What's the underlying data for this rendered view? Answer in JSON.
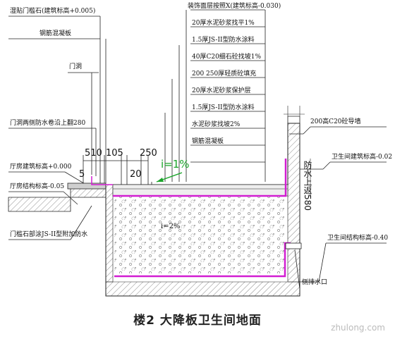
{
  "title": "楼2 大降板卫生间地面",
  "watermark": "zhulong.com",
  "layers_header": "装饰面层按照X(建筑标高-0.030)",
  "layers": [
    "20厚水泥砂浆找平1%",
    "1.5厚JS-II型防水涂料",
    "40厚C20细石砼找坡1%",
    "200 250厚轻质砼填充",
    "20厚水泥砂浆保护层",
    "1.5厚JS-II型防水涂料",
    "水泥砂浆找坡2%",
    "钢筋混凝板"
  ],
  "left_labels": {
    "threshold_stone": "湿贴门槛石(建筑标高+0.005)",
    "slab": "钢筋混凝板",
    "door_frame": "门洞",
    "door_side_note": "门洞两侧防水卷沿上翻280",
    "hall_finish_level": "厅房建筑标高+0.000",
    "hall_struct_level": "厅房结构标高-0.05",
    "door_waterproof": "门槛石部涂JS-II型附加防水"
  },
  "right_labels": {
    "guide_wall": "200高C20砼导墙",
    "wc_finish_level": "卫生间建筑标高-0.02",
    "wc_struct_level": "卫生间结构标高-0.40",
    "drain": "侧排水口",
    "waterproof_up": "防水上返580"
  },
  "dims": {
    "d510": "510",
    "d105": "105",
    "d5": "5",
    "d20": "20",
    "d250": "250",
    "slope": "i=1%",
    "slope2": "i=2%"
  },
  "colors": {
    "line": "#222222",
    "waterproof": "#d21dd2",
    "slope_arrow": "#1aa52a",
    "concrete_fill": "#f4f4f4"
  }
}
